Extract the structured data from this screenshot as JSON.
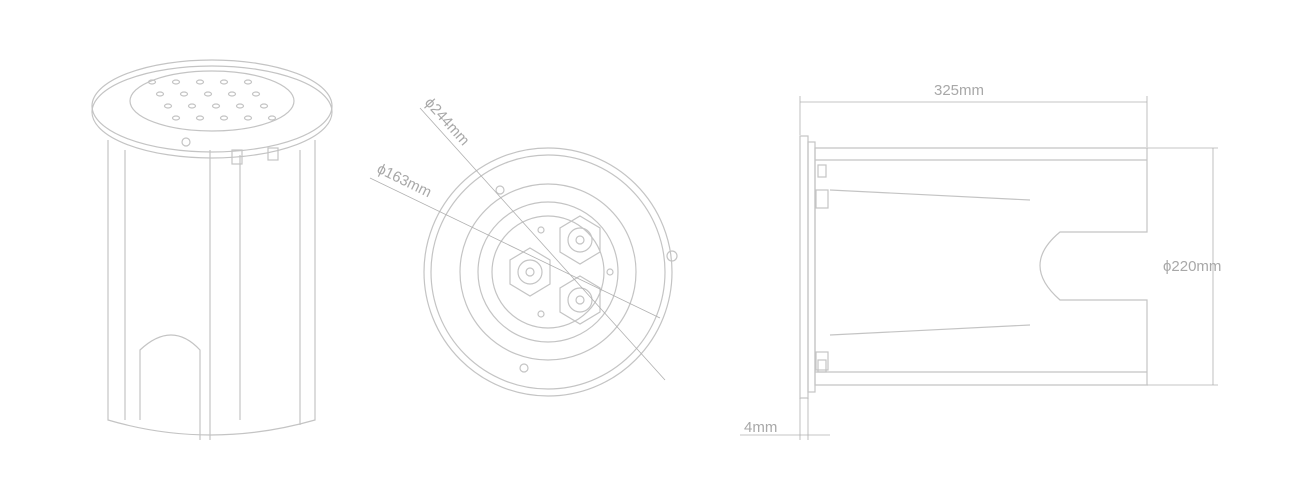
{
  "views": {
    "perspective": {
      "title": "perspective view"
    },
    "top": {
      "dim_outer": "ϕ244mm",
      "dim_inner": "ϕ163mm"
    },
    "side": {
      "dim_length": "325mm",
      "dim_diameter": "ϕ220mm",
      "dim_flange": "4mm"
    }
  },
  "colors": {
    "line": "#c4c4c4",
    "text": "#a8a8a8"
  }
}
